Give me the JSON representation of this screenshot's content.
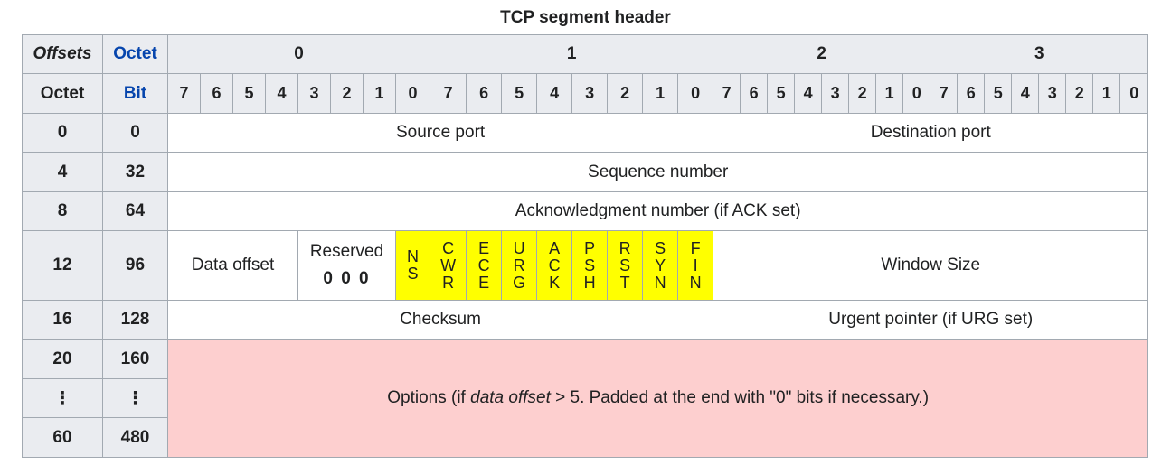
{
  "title": "TCP segment header",
  "header": {
    "offsets": "Offsets",
    "octet_link": "Octet",
    "octet": "Octet",
    "bit_link": "Bit",
    "octets": [
      "0",
      "1",
      "2",
      "3"
    ],
    "bits": [
      "7",
      "6",
      "5",
      "4",
      "3",
      "2",
      "1",
      "0",
      "7",
      "6",
      "5",
      "4",
      "3",
      "2",
      "1",
      "0",
      "7",
      "6",
      "5",
      "4",
      "3",
      "2",
      "1",
      "0",
      "7",
      "6",
      "5",
      "4",
      "3",
      "2",
      "1",
      "0"
    ]
  },
  "rows": [
    {
      "octet": "0",
      "bit": "0"
    },
    {
      "octet": "4",
      "bit": "32"
    },
    {
      "octet": "8",
      "bit": "64"
    },
    {
      "octet": "12",
      "bit": "96"
    },
    {
      "octet": "16",
      "bit": "128"
    },
    {
      "octet": "20",
      "bit": "160"
    },
    {
      "octet": "⋮",
      "bit": "⋮"
    },
    {
      "octet": "60",
      "bit": "480"
    }
  ],
  "fields": {
    "source_port": "Source port",
    "destination_port": "Destination port",
    "sequence_number": "Sequence number",
    "ack_number": "Acknowledgment number (if ACK set)",
    "data_offset": "Data offset",
    "reserved": "Reserved",
    "reserved_value": "0 0 0",
    "window_size": "Window Size",
    "checksum": "Checksum",
    "urgent_pointer": "Urgent pointer (if URG set)",
    "options_pre": "Options (if ",
    "options_em": "data offset",
    "options_post": " > 5. Padded at the end with \"0\" bits if necessary.)"
  },
  "flags": [
    [
      "N",
      "S"
    ],
    [
      "C",
      "W",
      "R"
    ],
    [
      "E",
      "C",
      "E"
    ],
    [
      "U",
      "R",
      "G"
    ],
    [
      "A",
      "C",
      "K"
    ],
    [
      "P",
      "S",
      "H"
    ],
    [
      "R",
      "S",
      "T"
    ],
    [
      "S",
      "Y",
      "N"
    ],
    [
      "F",
      "I",
      "N"
    ]
  ],
  "colors": {
    "header_bg": "#eaecf0",
    "flag_bg": "#ffff00",
    "options_bg": "#fdcfcf",
    "link": "#0645ad",
    "border": "#a2a9b1"
  }
}
